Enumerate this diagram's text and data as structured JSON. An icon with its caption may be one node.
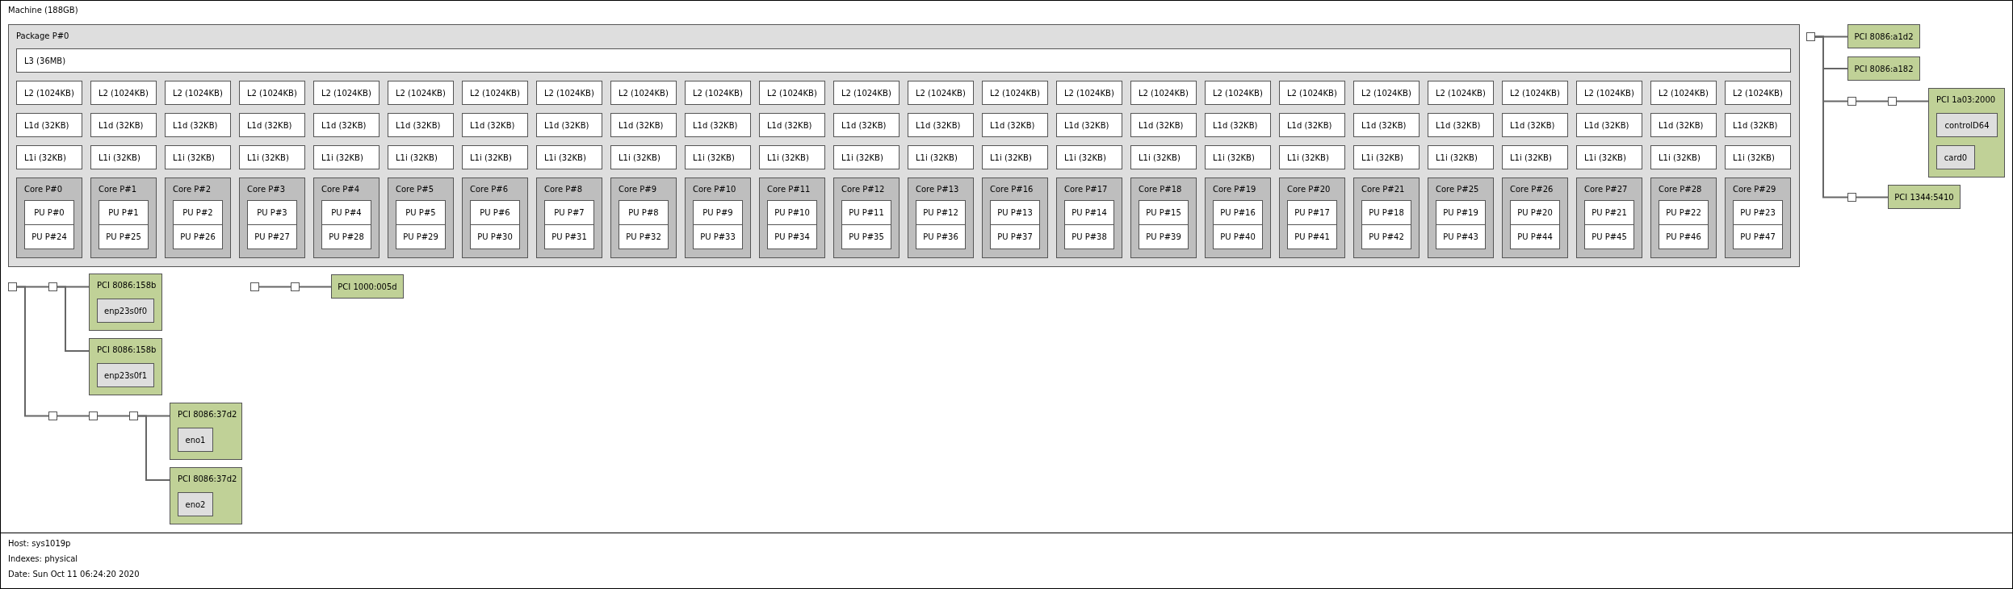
{
  "diagram": {
    "nodes": [
      {
        "text": [
          "Machine (188GB)"
        ]
      },
      {
        "text": [
          "Package P#0"
        ],
        "in": 0
      },
      {
        "text": [
          "L3 (36MB)"
        ],
        "in": 1
      },
      {
        "text": [
          "L2 (1024KB)"
        ],
        "in": 1
      },
      {
        "text": [
          "L2 (1024KB)"
        ],
        "in": 1
      },
      {
        "text": [
          "L2 (1024KB)"
        ],
        "in": 1
      },
      {
        "text": [
          "L2 (1024KB)"
        ],
        "in": 1
      },
      {
        "text": [
          "L2 (1024KB)"
        ],
        "in": 1
      },
      {
        "text": [
          "L2 (1024KB)"
        ],
        "in": 1
      },
      {
        "text": [
          "L2 (1024KB)"
        ],
        "in": 1
      },
      {
        "text": [
          "L2 (1024KB)"
        ],
        "in": 1
      },
      {
        "text": [
          "L2 (1024KB)"
        ],
        "in": 1
      },
      {
        "text": [
          "L2 (1024KB)"
        ],
        "in": 1
      },
      {
        "text": [
          "L2 (1024KB)"
        ],
        "in": 1
      },
      {
        "text": [
          "L2 (1024KB)"
        ],
        "in": 1
      },
      {
        "text": [
          "L2 (1024KB)"
        ],
        "in": 1
      },
      {
        "text": [
          "L2 (1024KB)"
        ],
        "in": 1
      },
      {
        "text": [
          "L2 (1024KB)"
        ],
        "in": 1
      },
      {
        "text": [
          "L2 (1024KB)"
        ],
        "in": 1
      },
      {
        "text": [
          "L2 (1024KB)"
        ],
        "in": 1
      },
      {
        "text": [
          "L2 (1024KB)"
        ],
        "in": 1
      },
      {
        "text": [
          "L2 (1024KB)"
        ],
        "in": 1
      },
      {
        "text": [
          "L2 (1024KB)"
        ],
        "in": 1
      },
      {
        "text": [
          "L2 (1024KB)"
        ],
        "in": 1
      },
      {
        "text": [
          "L2 (1024KB)"
        ],
        "in": 1
      },
      {
        "text": [
          "L2 (1024KB)"
        ],
        "in": 1
      },
      {
        "text": [
          "L2 (1024KB)"
        ],
        "in": 1
      },
      {
        "text": [
          "L1d (32KB)"
        ],
        "in": 1
      },
      {
        "text": [
          "L1d (32KB)"
        ],
        "in": 1
      },
      {
        "text": [
          "L1d (32KB)"
        ],
        "in": 1
      },
      {
        "text": [
          "L1d (32KB)"
        ],
        "in": 1
      },
      {
        "text": [
          "L1d (32KB)"
        ],
        "in": 1
      },
      {
        "text": [
          "L1d (32KB)"
        ],
        "in": 1
      },
      {
        "text": [
          "L1d (32KB)"
        ],
        "in": 1
      },
      {
        "text": [
          "L1d (32KB)"
        ],
        "in": 1
      },
      {
        "text": [
          "L1d (32KB)"
        ],
        "in": 1
      },
      {
        "text": [
          "L1d (32KB)"
        ],
        "in": 1
      },
      {
        "text": [
          "L1d (32KB)"
        ],
        "in": 1
      },
      {
        "text": [
          "L1d (32KB)"
        ],
        "in": 1
      },
      {
        "text": [
          "L1d (32KB)"
        ],
        "in": 1
      },
      {
        "text": [
          "L1d (32KB)"
        ],
        "in": 1
      },
      {
        "text": [
          "L1d (32KB)"
        ],
        "in": 1
      },
      {
        "text": [
          "L1d (32KB)"
        ],
        "in": 1
      },
      {
        "text": [
          "L1d (32KB)"
        ],
        "in": 1
      },
      {
        "text": [
          "L1d (32KB)"
        ],
        "in": 1
      },
      {
        "text": [
          "L1d (32KB)"
        ],
        "in": 1
      },
      {
        "text": [
          "L1d (32KB)"
        ],
        "in": 1
      },
      {
        "text": [
          "L1d (32KB)"
        ],
        "in": 1
      },
      {
        "text": [
          "L1d (32KB)"
        ],
        "in": 1
      },
      {
        "text": [
          "L1d (32KB)"
        ],
        "in": 1
      },
      {
        "text": [
          "L1d (32KB)"
        ],
        "in": 1
      },
      {
        "text": [
          "L1i (32KB)"
        ],
        "in": 1
      },
      {
        "text": [
          "L1i (32KB)"
        ],
        "in": 1
      },
      {
        "text": [
          "L1i (32KB)"
        ],
        "in": 1
      },
      {
        "text": [
          "L1i (32KB)"
        ],
        "in": 1
      },
      {
        "text": [
          "L1i (32KB)"
        ],
        "in": 1
      },
      {
        "text": [
          "L1i (32KB)"
        ],
        "in": 1
      },
      {
        "text": [
          "L1i (32KB)"
        ],
        "in": 1
      },
      {
        "text": [
          "L1i (32KB)"
        ],
        "in": 1
      },
      {
        "text": [
          "L1i (32KB)"
        ],
        "in": 1
      },
      {
        "text": [
          "L1i (32KB)"
        ],
        "in": 1
      },
      {
        "text": [
          "L1i (32KB)"
        ],
        "in": 1
      },
      {
        "text": [
          "L1i (32KB)"
        ],
        "in": 1
      },
      {
        "text": [
          "L1i (32KB)"
        ],
        "in": 1
      },
      {
        "text": [
          "L1i (32KB)"
        ],
        "in": 1
      },
      {
        "text": [
          "L1i (32KB)"
        ],
        "in": 1
      },
      {
        "text": [
          "L1i (32KB)"
        ],
        "in": 1
      },
      {
        "text": [
          "L1i (32KB)"
        ],
        "in": 1
      },
      {
        "text": [
          "L1i (32KB)"
        ],
        "in": 1
      },
      {
        "text": [
          "L1i (32KB)"
        ],
        "in": 1
      },
      {
        "text": [
          "L1i (32KB)"
        ],
        "in": 1
      },
      {
        "text": [
          "L1i (32KB)"
        ],
        "in": 1
      },
      {
        "text": [
          "L1i (32KB)"
        ],
        "in": 1
      },
      {
        "text": [
          "L1i (32KB)"
        ],
        "in": 1
      },
      {
        "text": [
          "L1i (32KB)"
        ],
        "in": 1
      },
      {
        "text": [
          "Core P#0"
        ],
        "in": 1
      },
      {
        "text": [
          "PU P#0"
        ],
        "in": 75
      },
      {
        "text": [
          "PU P#24"
        ],
        "in": 75
      },
      {
        "text": [
          "Core P#1"
        ],
        "in": 1
      },
      {
        "text": [
          "PU P#1"
        ],
        "in": 78
      },
      {
        "text": [
          "PU P#25"
        ],
        "in": 78
      },
      {
        "text": [
          "Core P#2"
        ],
        "in": 1
      },
      {
        "text": [
          "PU P#2"
        ],
        "in": 81
      },
      {
        "text": [
          "PU P#26"
        ],
        "in": 81
      },
      {
        "text": [
          "Core P#3"
        ],
        "in": 1
      },
      {
        "text": [
          "PU P#3"
        ],
        "in": 84
      },
      {
        "text": [
          "PU P#27"
        ],
        "in": 84
      },
      {
        "text": [
          "Core P#4"
        ],
        "in": 1
      },
      {
        "text": [
          "PU P#4"
        ],
        "in": 87
      },
      {
        "text": [
          "PU P#28"
        ],
        "in": 87
      },
      {
        "text": [
          "Core P#5"
        ],
        "in": 1
      },
      {
        "text": [
          "PU P#5"
        ],
        "in": 90
      },
      {
        "text": [
          "PU P#29"
        ],
        "in": 90
      },
      {
        "text": [
          "Core P#6"
        ],
        "in": 1
      },
      {
        "text": [
          "PU P#6"
        ],
        "in": 93
      },
      {
        "text": [
          "PU P#30"
        ],
        "in": 93
      },
      {
        "text": [
          "Core P#8"
        ],
        "in": 1
      },
      {
        "text": [
          "PU P#7"
        ],
        "in": 96
      },
      {
        "text": [
          "PU P#31"
        ],
        "in": 96
      },
      {
        "text": [
          "Core P#9"
        ],
        "in": 1
      },
      {
        "text": [
          "PU P#8"
        ],
        "in": 99
      },
      {
        "text": [
          "PU P#32"
        ],
        "in": 99
      },
      {
        "text": [
          "Core P#10"
        ],
        "in": 1
      },
      {
        "text": [
          "PU P#9"
        ],
        "in": 102
      },
      {
        "text": [
          "PU P#33"
        ],
        "in": 102
      },
      {
        "text": [
          "Core P#11"
        ],
        "in": 1
      },
      {
        "text": [
          "PU P#10"
        ],
        "in": 105
      },
      {
        "text": [
          "PU P#34"
        ],
        "in": 105
      },
      {
        "text": [
          "Core P#12"
        ],
        "in": 1
      },
      {
        "text": [
          "PU P#11"
        ],
        "in": 108
      },
      {
        "text": [
          "PU P#35"
        ],
        "in": 108
      },
      {
        "text": [
          "Core P#13"
        ],
        "in": 1
      },
      {
        "text": [
          "PU P#12"
        ],
        "in": 111
      },
      {
        "text": [
          "PU P#36"
        ],
        "in": 111
      },
      {
        "text": [
          "Core P#16"
        ],
        "in": 1
      },
      {
        "text": [
          "PU P#13"
        ],
        "in": 114
      },
      {
        "text": [
          "PU P#37"
        ],
        "in": 114
      },
      {
        "text": [
          "Core P#17"
        ],
        "in": 1
      },
      {
        "text": [
          "PU P#14"
        ],
        "in": 117
      },
      {
        "text": [
          "PU P#38"
        ],
        "in": 117
      },
      {
        "text": [
          "Core P#18"
        ],
        "in": 1
      },
      {
        "text": [
          "PU P#15"
        ],
        "in": 120
      },
      {
        "text": [
          "PU P#39"
        ],
        "in": 120
      },
      {
        "text": [
          "Core P#19"
        ],
        "in": 1
      },
      {
        "text": [
          "PU P#16"
        ],
        "in": 123
      },
      {
        "text": [
          "PU P#40"
        ],
        "in": 123
      },
      {
        "text": [
          "Core P#20"
        ],
        "in": 1
      },
      {
        "text": [
          "PU P#17"
        ],
        "in": 126
      },
      {
        "text": [
          "PU P#41"
        ],
        "in": 126
      },
      {
        "text": [
          "Core P#21"
        ],
        "in": 1
      },
      {
        "text": [
          "PU P#18"
        ],
        "in": 129
      },
      {
        "text": [
          "PU P#42"
        ],
        "in": 129
      },
      {
        "text": [
          "Core P#25"
        ],
        "in": 1
      },
      {
        "text": [
          "PU P#19"
        ],
        "in": 132
      },
      {
        "text": [
          "PU P#43"
        ],
        "in": 132
      },
      {
        "text": [
          "Core P#26"
        ],
        "in": 1
      },
      {
        "text": [
          "PU P#20"
        ],
        "in": 135
      },
      {
        "text": [
          "PU P#44"
        ],
        "in": 135
      },
      {
        "text": [
          "Core P#27"
        ],
        "in": 1
      },
      {
        "text": [
          "PU P#21"
        ],
        "in": 138
      },
      {
        "text": [
          "PU P#45"
        ],
        "in": 138
      },
      {
        "text": [
          "Core P#28"
        ],
        "in": 1
      },
      {
        "text": [
          "PU P#22"
        ],
        "in": 141
      },
      {
        "text": [
          "PU P#46"
        ],
        "in": 141
      },
      {
        "text": [
          "Core P#29"
        ],
        "in": 1
      },
      {
        "text": [
          "PU P#23"
        ],
        "in": 144
      },
      {
        "text": [
          "PU P#47"
        ],
        "in": 144
      },
      {
        "text": [],
        "shape": "box",
        "in": 0
      },
      {
        "text": [
          "PCI 8086:a1d2"
        ],
        "in": 0
      },
      {
        "text": [
          "PCI 8086:a182"
        ],
        "in": 0
      },
      {
        "text": [],
        "shape": "box",
        "in": 0
      },
      {
        "text": [],
        "shape": "box",
        "in": 0
      },
      {
        "text": [
          "PCI 1a03:2000"
        ],
        "in": 0
      },
      {
        "text": [
          "controlD64"
        ],
        "in": 152
      },
      {
        "text": [
          "card0"
        ],
        "in": 152
      },
      {
        "text": [],
        "shape": "box",
        "in": 0
      },
      {
        "text": [
          "PCI 1344:5410"
        ],
        "in": 0
      },
      {
        "text": [],
        "shape": "box",
        "in": 0
      },
      {
        "text": [],
        "shape": "box",
        "in": 0
      },
      {
        "text": [
          "PCI 8086:158b"
        ],
        "in": 0
      },
      {
        "text": [
          "enp23s0f0"
        ],
        "in": 159
      },
      {
        "text": [
          "PCI 8086:158b"
        ],
        "in": 0
      },
      {
        "text": [
          "enp23s0f1"
        ],
        "in": 161
      },
      {
        "text": [],
        "shape": "box",
        "in": 0
      },
      {
        "text": [],
        "shape": "box",
        "in": 0
      },
      {
        "text": [],
        "shape": "box",
        "in": 0
      },
      {
        "text": [
          "PCI 8086:37d2"
        ],
        "in": 0
      },
      {
        "text": [
          "eno1"
        ],
        "in": 166
      },
      {
        "text": [
          "PCI 8086:37d2"
        ],
        "in": 0
      },
      {
        "text": [
          "eno2"
        ],
        "in": 168
      },
      {
        "text": [],
        "shape": "box",
        "in": 0
      },
      {
        "text": [],
        "shape": "box",
        "in": 0
      },
      {
        "text": [
          "PCI 1000:005d"
        ],
        "in": 0
      }
    ],
    "edges": [
      {
        "from": 147,
        "to": 148,
        "arrow": "none"
      },
      {
        "from": 147,
        "to": 149,
        "arrow": "none"
      },
      {
        "from": 147,
        "to": 150,
        "arrow": "none"
      },
      {
        "from": 150,
        "to": 151,
        "arrow": "none"
      },
      {
        "from": 151,
        "to": 152,
        "arrow": "none"
      },
      {
        "from": 147,
        "to": 155,
        "arrow": "none"
      },
      {
        "from": 155,
        "to": 156,
        "arrow": "none"
      },
      {
        "from": 157,
        "to": 158,
        "arrow": "none"
      },
      {
        "from": 158,
        "to": 159,
        "arrow": "none"
      },
      {
        "from": 158,
        "to": 161,
        "arrow": "none"
      },
      {
        "from": 157,
        "to": 163,
        "arrow": "none"
      },
      {
        "from": 163,
        "to": 164,
        "arrow": "none"
      },
      {
        "from": 164,
        "to": 165,
        "arrow": "none"
      },
      {
        "from": 165,
        "to": 166,
        "arrow": "none"
      },
      {
        "from": 165,
        "to": 168,
        "arrow": "none"
      },
      {
        "from": 170,
        "to": 171,
        "arrow": "none"
      },
      {
        "from": 171,
        "to": 172,
        "arrow": "none"
      }
    ],
    "labels": [
      "Host: sys1019p",
      "Indexes: physical",
      "Date: Sun Oct 11 06:24:20 2020"
    ]
  }
}
